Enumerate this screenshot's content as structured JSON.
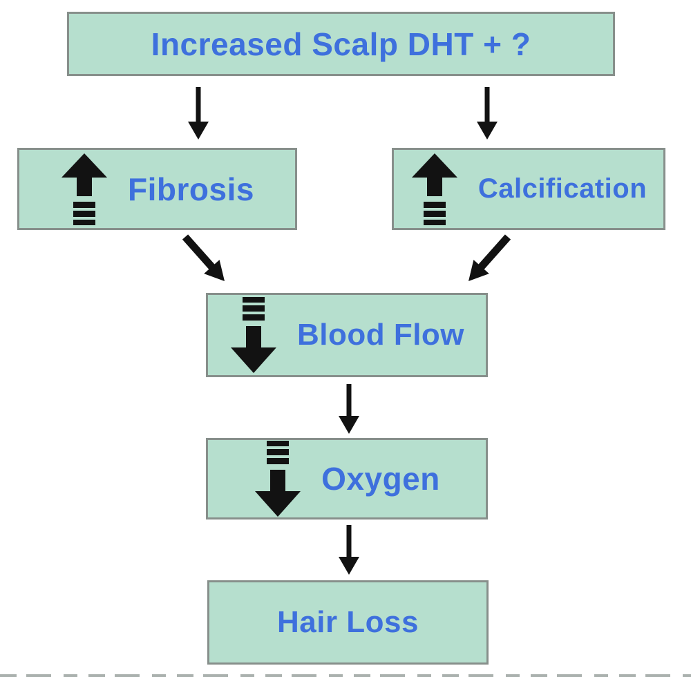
{
  "diagram": {
    "title": {
      "label": "Increased Scalp DHT + ?"
    },
    "nodes": {
      "fibrosis": {
        "label": "Fibrosis",
        "trend": "up"
      },
      "calcification": {
        "label": "Calcification",
        "trend": "up"
      },
      "blood_flow": {
        "label": "Blood Flow",
        "trend": "down"
      },
      "oxygen": {
        "label": "Oxygen",
        "trend": "down"
      },
      "hair_loss": {
        "label": "Hair Loss",
        "trend": "none"
      }
    },
    "colors": {
      "box_fill": "#b6dfce",
      "box_border": "#878f8b",
      "text_blue": "#3e70dd",
      "arrow_black": "#121212",
      "edge_gray": "#aab1ae"
    }
  }
}
